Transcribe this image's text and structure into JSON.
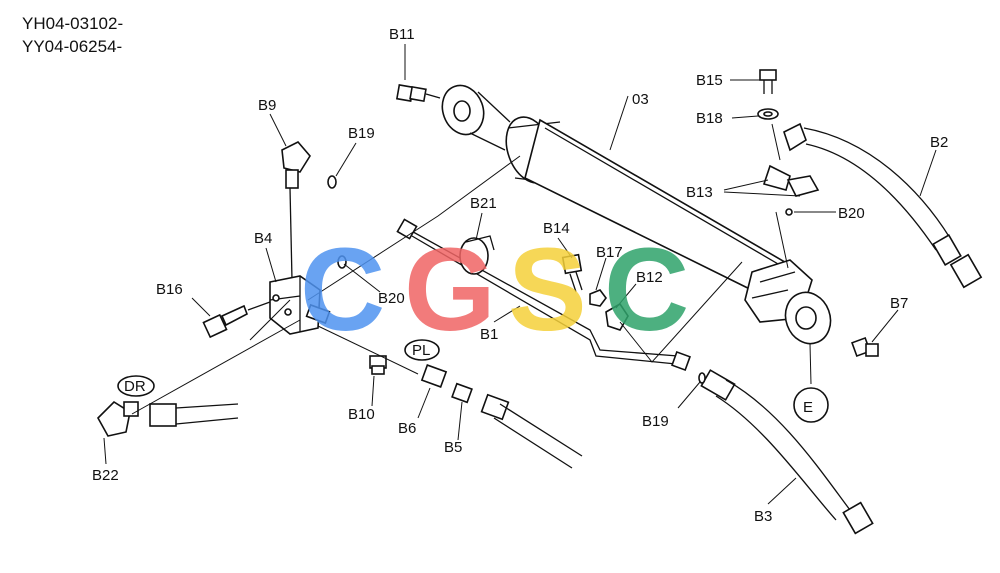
{
  "header": {
    "line1": "YH04-03102-",
    "line2": "YY04-06254-"
  },
  "watermark": {
    "letters": [
      "C",
      "G",
      "S",
      "C"
    ],
    "colors": [
      "#4f93f0",
      "#f06565",
      "#f5d13a",
      "#2fa36b"
    ]
  },
  "part_labels": {
    "b1": "B1",
    "b2": "B2",
    "b3": "B3",
    "b4": "B4",
    "b5": "B5",
    "b6": "B6",
    "b7": "B7",
    "b9": "B9",
    "b10": "B10",
    "b11": "B11",
    "b12": "B12",
    "b13": "B13",
    "b14": "B14",
    "b15": "B15",
    "b16": "B16",
    "b17": "B17",
    "b18": "B18",
    "b19a": "B19",
    "b19b": "B19",
    "b20a": "B20",
    "b20b": "B20",
    "b21": "B21",
    "b22": "B22",
    "p03": "03"
  },
  "callouts": {
    "dr": "DR",
    "pl": "PL",
    "e": "E"
  }
}
